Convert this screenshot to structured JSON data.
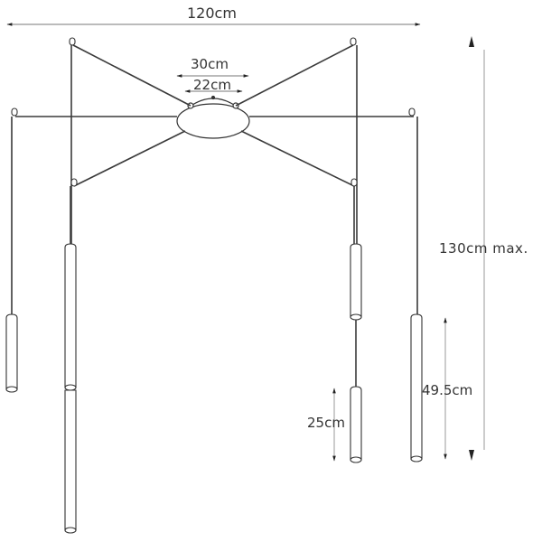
{
  "diagram": {
    "title": "Pendant lamp dimension drawing",
    "colors": {
      "line": "#3a3a3a",
      "dim": "#8a8a8a",
      "text": "#333333",
      "background": "#ffffff"
    },
    "dimensions": {
      "total_width": "120cm",
      "canopy_outer": "30cm",
      "canopy_inner": "22cm",
      "max_height": "130cm  max.",
      "long_tube": "49.5cm",
      "short_tube": "25cm"
    },
    "components": {
      "canopy": "ceiling-canopy",
      "hooks": 6,
      "pendants": 6,
      "pendant_sizes": [
        "short",
        "long",
        "long",
        "short",
        "short",
        "long"
      ]
    }
  }
}
